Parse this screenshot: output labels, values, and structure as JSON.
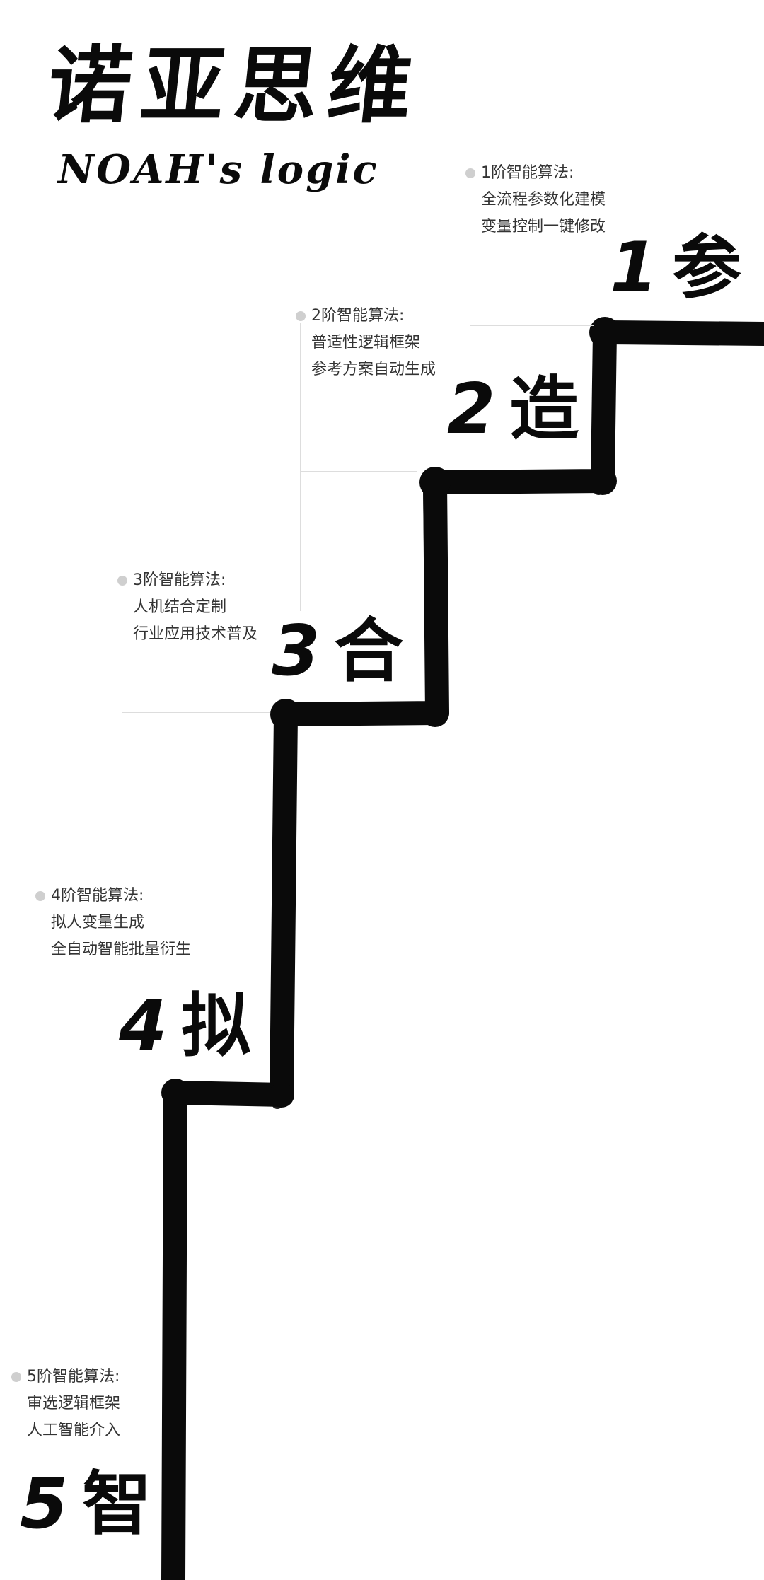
{
  "header": {
    "title_cn": "诺亚思维",
    "title_en": "NOAH's logic"
  },
  "steps": [
    {
      "number": "1",
      "char": "参",
      "title": "1阶智能算法:",
      "line1": "全流程参数化建模",
      "line2": "变量控制一键修改"
    },
    {
      "number": "2",
      "char": "造",
      "title": "2阶智能算法:",
      "line1": "普适性逻辑框架",
      "line2": "参考方案自动生成"
    },
    {
      "number": "3",
      "char": "合",
      "title": "3阶智能算法:",
      "line1": "人机结合定制",
      "line2": "行业应用技术普及"
    },
    {
      "number": "4",
      "char": "拟",
      "title": "4阶智能算法:",
      "line1": "拟人变量生成",
      "line2": "全自动智能批量衍生"
    },
    {
      "number": "5",
      "char": "智",
      "title": "5阶智能算法:",
      "line1": "审选逻辑框架",
      "line2": "人工智能介入"
    }
  ]
}
